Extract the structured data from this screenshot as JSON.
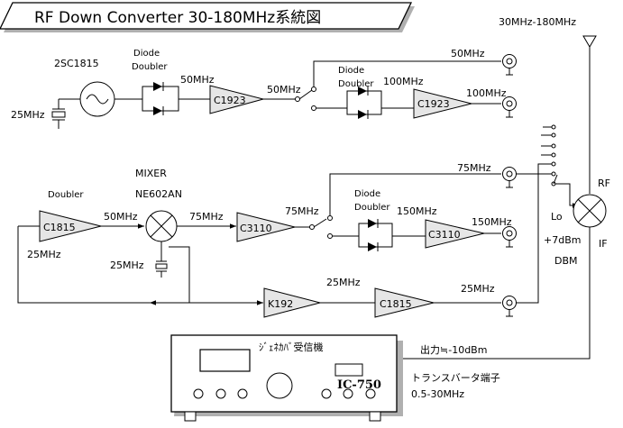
{
  "title": "RF Down Converter 30-180MHz系統図",
  "antenna_label": "30MHz-180MHz",
  "oscillator": {
    "name": "2SC1815",
    "freq": "25MHz"
  },
  "row1": {
    "doubler_label_1": "Diode",
    "doubler_label_2": "Doubler",
    "f_after_doubler": "50MHz",
    "amp": "C1923",
    "f_after_amp": "50MHz",
    "out_top": "50MHz",
    "doubler2_label_1": "Diode",
    "doubler2_label_2": "Doubler",
    "f_after_doubler2": "100MHz",
    "amp2": "C1923",
    "out_100": "100MHz"
  },
  "row2": {
    "doubler_label": "Doubler",
    "amp": "C1815",
    "f_after_amp": "50MHz",
    "mixer_1": "MIXER",
    "mixer_2": "NE602AN",
    "f_after_mixer": "75MHz",
    "amp2": "C3110",
    "f_after_amp2": "75MHz",
    "out_75": "75MHz",
    "doubler2_label_1": "Diode",
    "doubler2_label_2": "Doubler",
    "f_after_doubler2": "150MHz",
    "amp3": "C3110",
    "out_150": "150MHz",
    "feedback_25": "25MHz",
    "mixer_in_25": "25MHz"
  },
  "row3": {
    "amp": "K192",
    "f_mid": "25MHz",
    "amp2": "C1815",
    "out_25": "25MHz"
  },
  "dbm": {
    "rf": "RF",
    "lo": "Lo",
    "if": "IF",
    "level": "+7dBm",
    "name": "DBM"
  },
  "receiver": {
    "label": "ｼﾞｪﾈｶﾊﾞ受信機",
    "model": "IC-750",
    "output": "出力≒-10dBm",
    "port": "トランスバータ端子",
    "range": "0.5-30MHz"
  }
}
